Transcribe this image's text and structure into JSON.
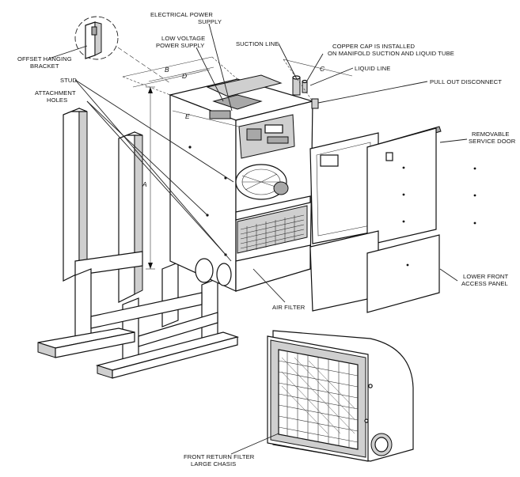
{
  "labels": {
    "offset_hanging_bracket": [
      "OFFSET HANGING",
      "BRACKET"
    ],
    "stud": "STUD",
    "attachment_holes": [
      "ATTACHMENT",
      "HOLES"
    ],
    "electrical_power_supply": [
      "ELECTRICAL POWER",
      "SUPPLY"
    ],
    "low_voltage_power_supply": [
      "LOW VOLTAGE",
      "POWER SUPPLY"
    ],
    "suction_line": "SUCTION LINE",
    "copper_cap": [
      "COPPER CAP IS INSTALLED",
      "ON MANIFOLD SUCTION AND LIQUID TUBE"
    ],
    "liquid_line": "LIQUID LINE",
    "pull_out_disconnect": "PULL OUT DISCONNECT",
    "removable_service_door": [
      "REMOVABLE",
      "SERVICE DOOR"
    ],
    "lower_front_access_panel": [
      "LOWER FRONT",
      "ACCESS PANEL"
    ],
    "air_filter": "AIR FILTER",
    "front_return_filter": [
      "FRONT RETURN FILTER",
      "LARGE CHASIS"
    ]
  },
  "dimensions": {
    "a": "A",
    "b": "B",
    "c": "C",
    "d": "D",
    "e": "E"
  }
}
